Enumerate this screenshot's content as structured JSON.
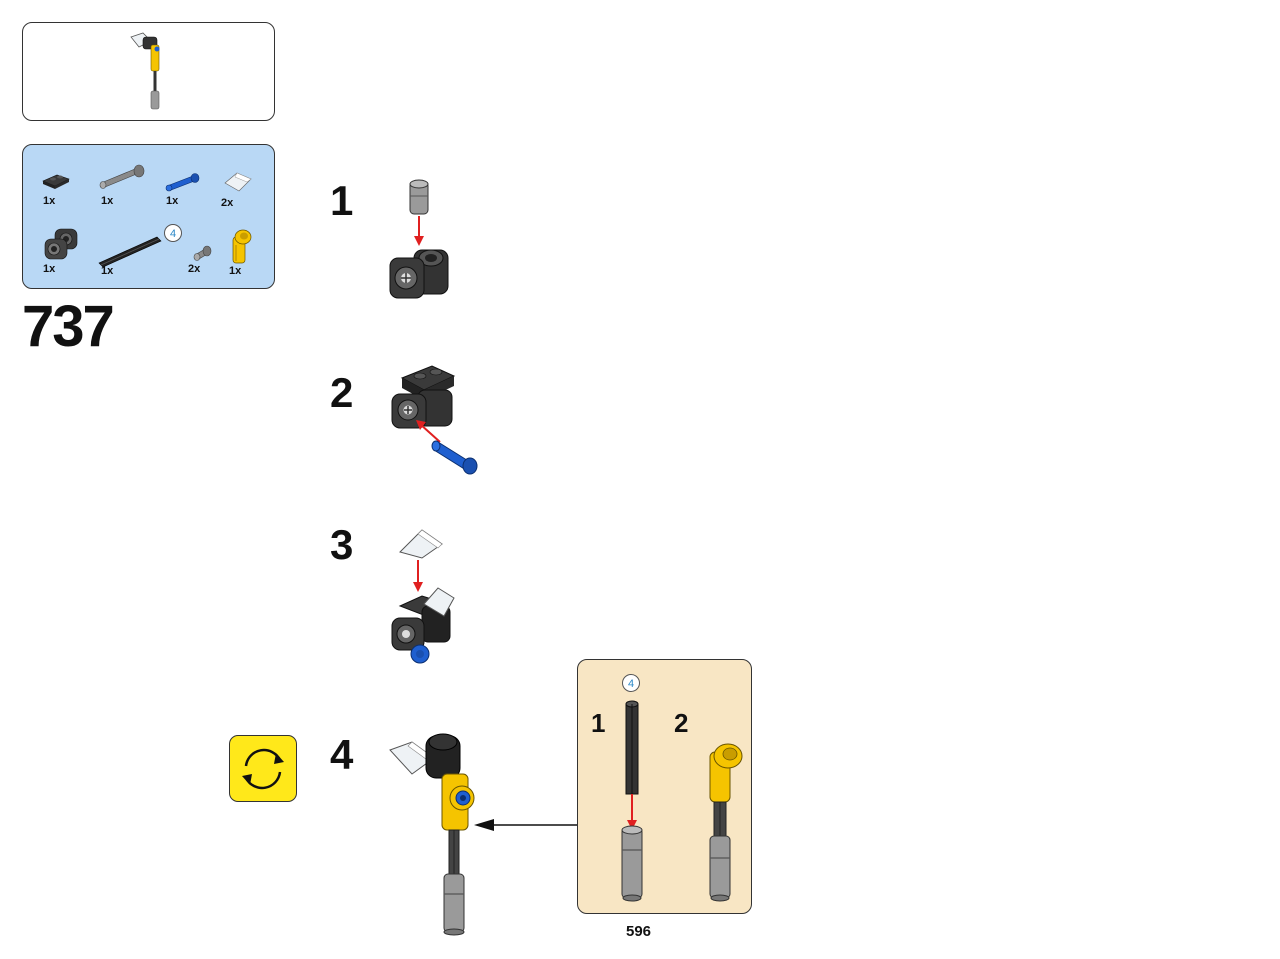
{
  "page": {
    "page_number": "737",
    "footer_number": "596"
  },
  "parts": [
    {
      "name": "dark-grey-plate-1x2",
      "qty": "1x",
      "color": "#3a3a3a"
    },
    {
      "name": "grey-axle-pin",
      "qty": "1x",
      "color": "#8a8a8a"
    },
    {
      "name": "blue-pin",
      "qty": "1x",
      "color": "#1f5fcf"
    },
    {
      "name": "clear-slope",
      "qty": "2x",
      "color": "#eef2f5"
    },
    {
      "name": "dark-grey-double-pin-connector",
      "qty": "1x",
      "color": "#3a3a3a"
    },
    {
      "name": "black-axle",
      "qty": "1x",
      "color": "#222222",
      "callout": "4"
    },
    {
      "name": "grey-bush",
      "qty": "2x",
      "color": "#8a8a8a"
    },
    {
      "name": "yellow-angle-connector",
      "qty": "1x",
      "color": "#f5c400"
    }
  ],
  "steps": [
    {
      "number": "1"
    },
    {
      "number": "2"
    },
    {
      "number": "3"
    },
    {
      "number": "4"
    }
  ],
  "inset": {
    "callout": "4",
    "sub_steps": [
      "1",
      "2"
    ]
  },
  "colors": {
    "parts_panel_bg": "#b9d8f5",
    "inset_bg": "#f8e6c4",
    "rotate_badge_bg": "#ffe81a",
    "arrow_red": "#e02020",
    "lego_yellow": "#f5c400",
    "lego_blue": "#1f5fcf",
    "lego_dark_grey": "#3a3a3a",
    "lego_light_grey": "#9a9a9a"
  },
  "icons": {
    "rotate_badge": "rotate-model-icon",
    "arrow": "assembly-arrow-icon"
  }
}
